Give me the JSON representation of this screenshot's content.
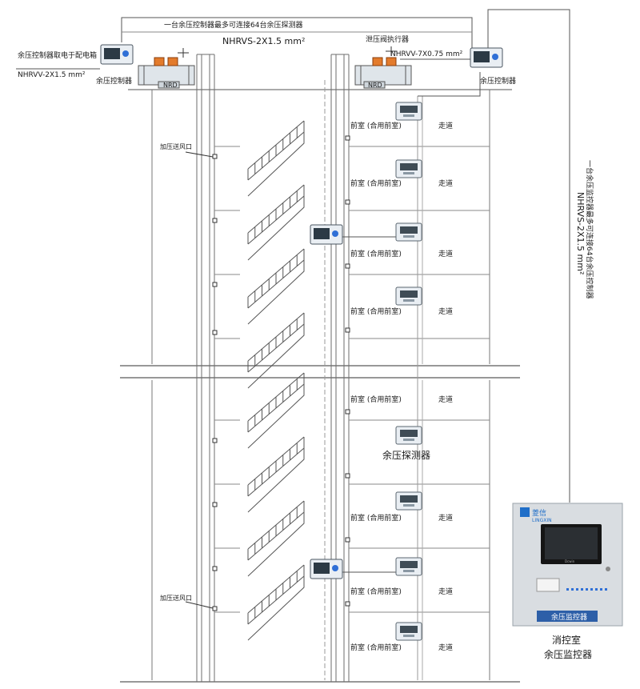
{
  "top_note": "一台余压控制器最多可连接64台余压探测器",
  "top_cable": "NHRVS-2X1.5 mm²",
  "left_power_note": "余压控制器取电于配电箱",
  "left_cable": "NHRVV-2X1.5 mm²",
  "left_controller_label": "余压控制器",
  "right_controller_label": "余压控制器",
  "actuator_label": "泄压阀执行器",
  "actuator_cable": "NHRVV-7X0.75 mm²",
  "damper_tag": "NRD",
  "vertical_note": "一台余压监控器最多可连接64台余压控制器",
  "vertical_cable": "NHRVS-2X1.5 mm²",
  "vent_label": "加压送风口",
  "room_label": "前室 (合用前室)",
  "corridor_label": "走道",
  "detector_label": "余压探测器",
  "monitor": {
    "brand": "菱信",
    "brand_sub": "LINGXIN",
    "screen_brand": "Dcwin",
    "panel_label": "余压监控器"
  },
  "room_caption_1": "消控室",
  "room_caption_2": "余压监控器"
}
